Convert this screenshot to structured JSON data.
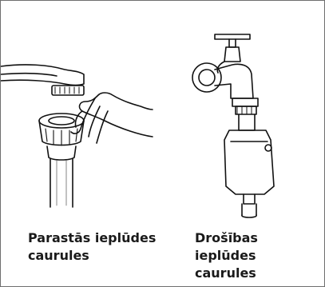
{
  "figure": {
    "left_panel": {
      "illustration": "standard-inlet-hose-connection",
      "caption": "Parastās ieplūdes\ncaurules"
    },
    "right_panel": {
      "illustration": "safety-inlet-hose-connection",
      "caption": "Drošības ieplūdes\ncaurules"
    }
  }
}
